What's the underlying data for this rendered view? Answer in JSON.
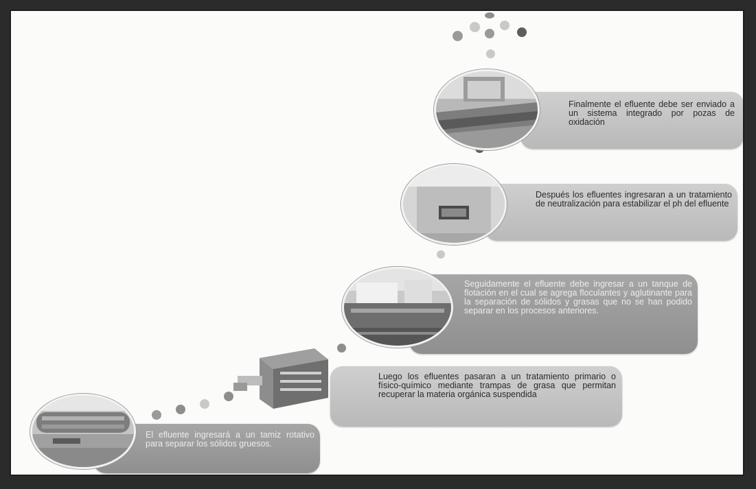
{
  "steps": [
    {
      "text": "Finalmente el efluente debe ser enviado a un sistema integrado por pozas de oxidación"
    },
    {
      "text": "Después los efluentes ingresaran a un tratamiento de neutralización para estabilizar el ph del efluente"
    },
    {
      "text": "Seguidamente el efluente debe ingresar a un tanque de flotación en el cual se agrega floculantes y aglutinante para la separación de sólidos y grasas que no se han podido separar en los procesos anteriores."
    },
    {
      "text": "Luego los efluentes pasaran a un tratamiento primario o físico-químico mediante trampas de grasa que permitan recuperar la materia orgánica suspendida"
    },
    {
      "text": "El efluente ingresará a un tamiz rotativo para separar los sólidos gruesos."
    }
  ],
  "colors": {
    "bubble_light": "#c4c4c4",
    "bubble_dark": "#9b9b9b",
    "dot_light": "#c9c9c9",
    "dot_mid": "#8e8e8e",
    "dot_dark": "#5e5e5e"
  }
}
